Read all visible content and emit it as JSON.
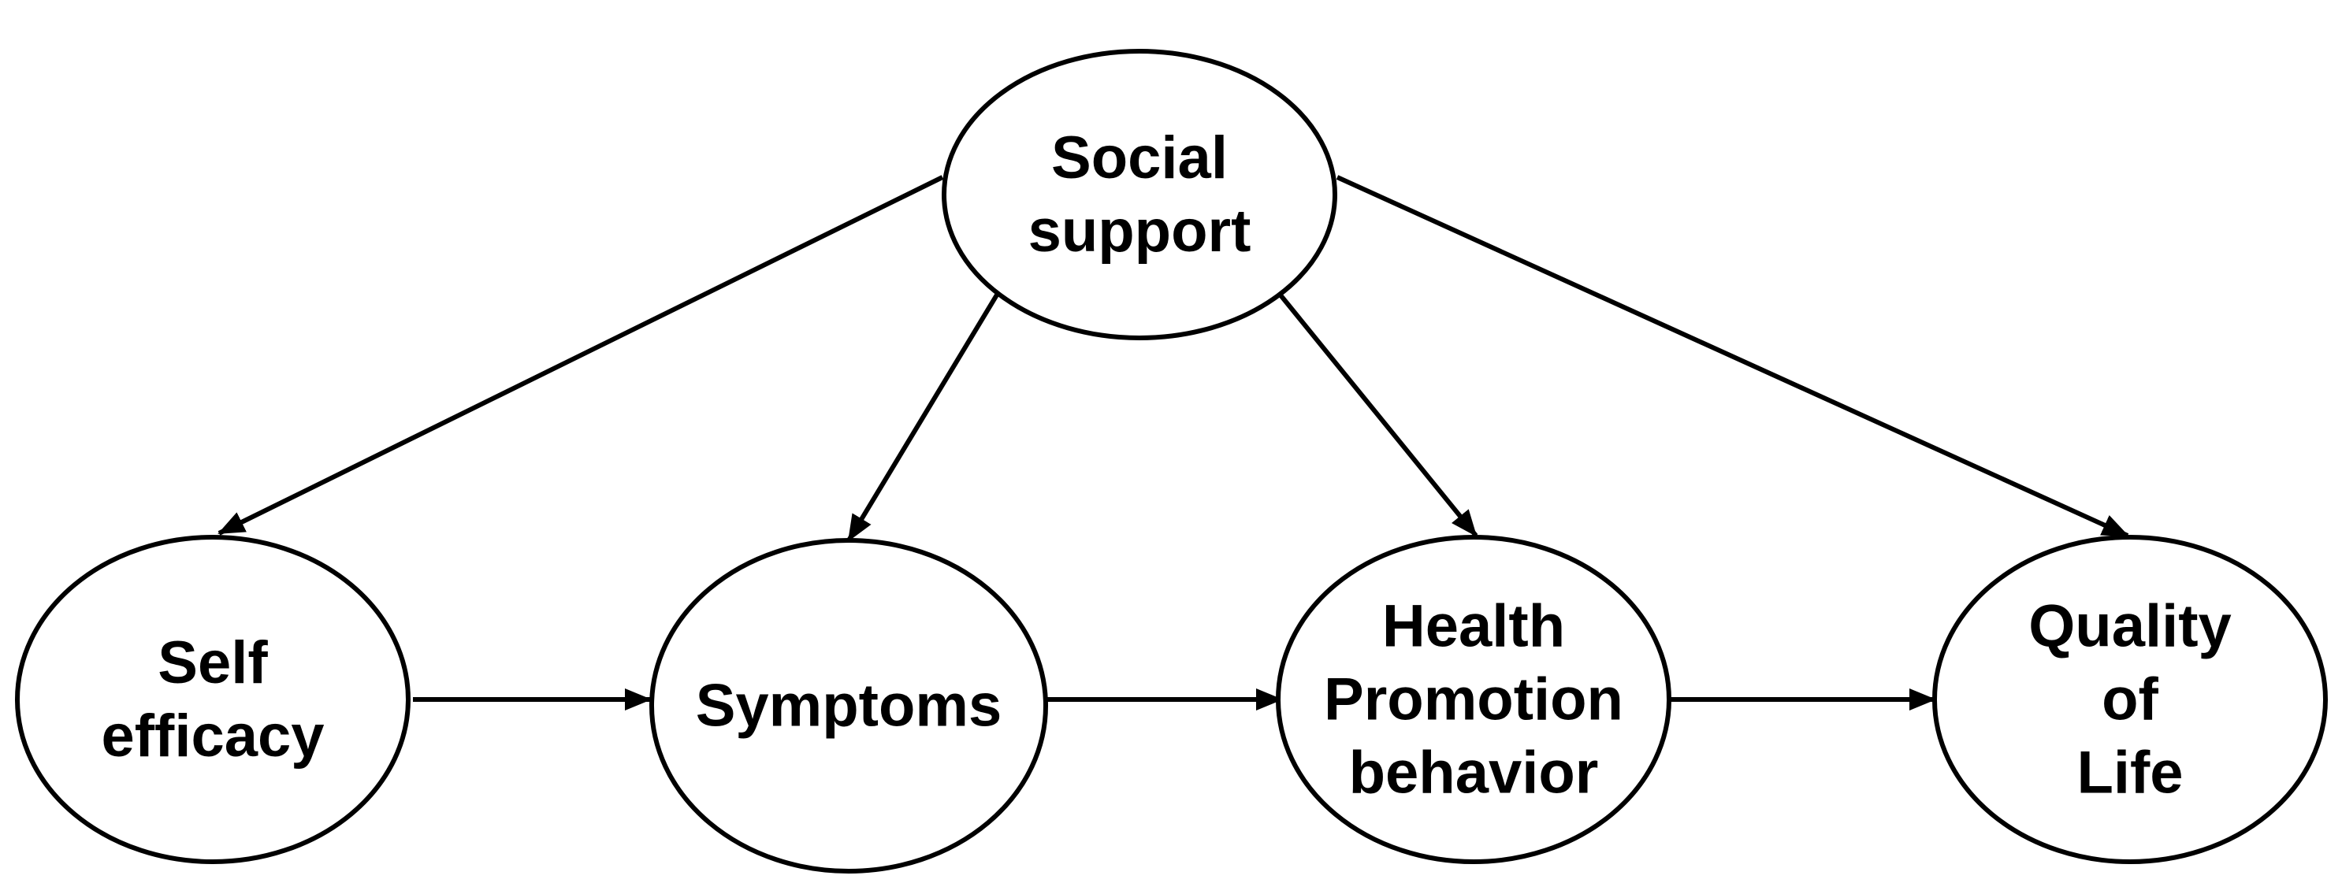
{
  "diagram": {
    "type": "path-model",
    "nodes": [
      {
        "id": "social_support",
        "lines": [
          "Social",
          "support"
        ]
      },
      {
        "id": "self_efficacy",
        "lines": [
          "Self",
          "efficacy"
        ]
      },
      {
        "id": "symptoms",
        "lines": [
          "Symptoms"
        ]
      },
      {
        "id": "health_promotion",
        "lines": [
          "Health",
          "Promotion",
          "behavior"
        ]
      },
      {
        "id": "quality_of_life",
        "lines": [
          "Quality",
          "of",
          "Life"
        ]
      }
    ],
    "edges": [
      {
        "from": "social_support",
        "to": "self_efficacy"
      },
      {
        "from": "social_support",
        "to": "symptoms"
      },
      {
        "from": "social_support",
        "to": "health_promotion"
      },
      {
        "from": "social_support",
        "to": "quality_of_life"
      },
      {
        "from": "self_efficacy",
        "to": "symptoms"
      },
      {
        "from": "symptoms",
        "to": "health_promotion"
      },
      {
        "from": "health_promotion",
        "to": "quality_of_life"
      }
    ]
  }
}
